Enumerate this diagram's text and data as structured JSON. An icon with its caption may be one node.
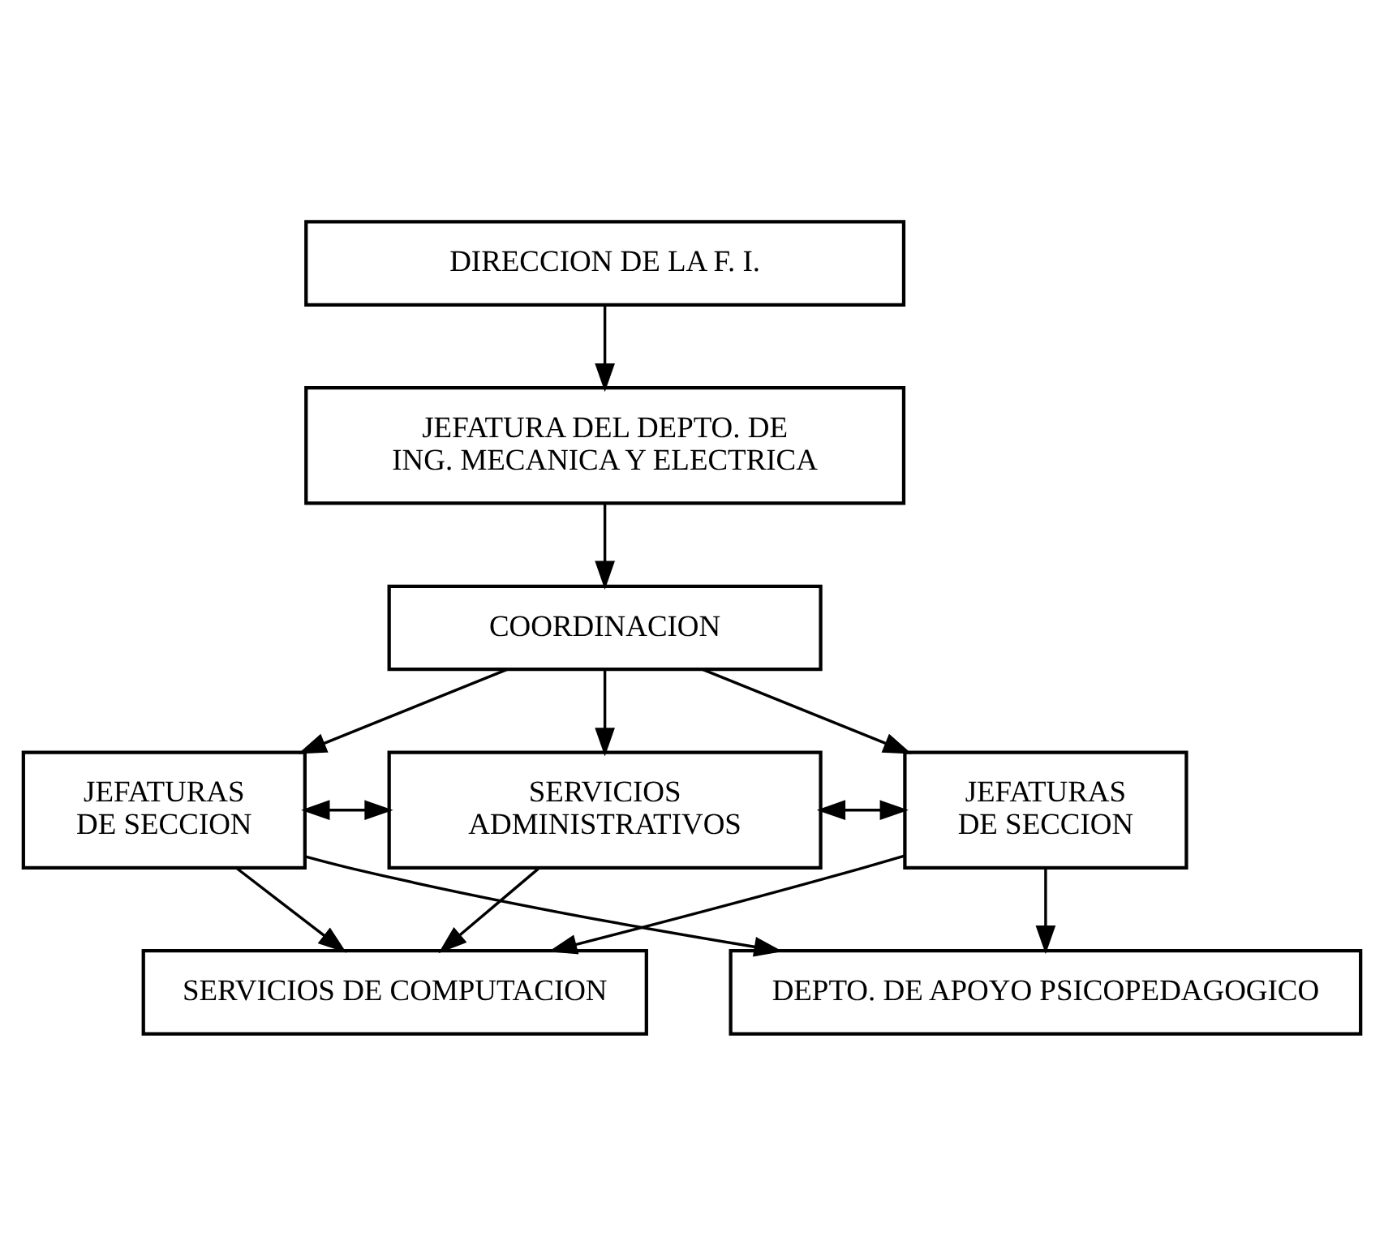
{
  "diagram": {
    "nodes": [
      {
        "text": [
          "DIRECCION DE LA F. I."
        ]
      },
      {
        "text": [
          "JEFATURA DEL DEPTO. DE ING. MECANICA Y ELECTRICA"
        ]
      },
      {
        "text": [
          "COORDINACION"
        ]
      },
      {
        "text": [
          "JEFATURAS DE SECCION"
        ]
      },
      {
        "text": [
          "SERVICIOS ADMINISTRATIVOS"
        ]
      },
      {
        "text": [
          "JEFATURAS DE SECCION"
        ]
      },
      {
        "text": [
          "SERVICIOS DE COMPUTACION"
        ]
      },
      {
        "text": [
          "DEPTO. DE APOYO PSICOPEDAGOGICO"
        ]
      }
    ],
    "edges": [
      {
        "from": 0,
        "to": 1,
        "arrow": "to"
      },
      {
        "from": 1,
        "to": 2,
        "arrow": "to"
      },
      {
        "from": 2,
        "to": 3,
        "arrow": "to"
      },
      {
        "from": 2,
        "to": 4,
        "arrow": "to"
      },
      {
        "from": 2,
        "to": 5,
        "arrow": "to"
      },
      {
        "from": 3,
        "to": 4,
        "arrow": "both"
      },
      {
        "from": 4,
        "to": 5,
        "arrow": "both"
      },
      {
        "from": 3,
        "to": 6,
        "arrow": "to"
      },
      {
        "from": 4,
        "to": 6,
        "arrow": "to"
      },
      {
        "from": 5,
        "to": 6,
        "arrow": "to"
      },
      {
        "from": 3,
        "to": 7,
        "arrow": "to"
      },
      {
        "from": 5,
        "to": 7,
        "arrow": "to"
      }
    ]
  }
}
